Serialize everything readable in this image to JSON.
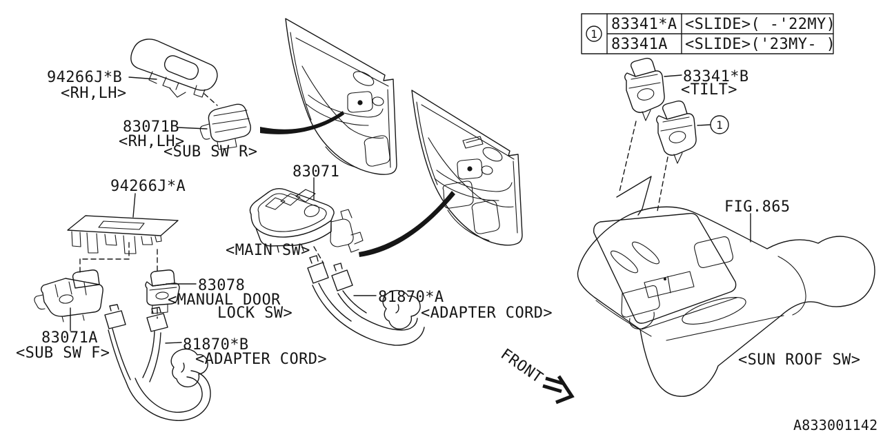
{
  "ref_table": {
    "ref_no": "1",
    "rows": [
      {
        "part_no": "83341*A",
        "spec": "<SLIDE>( -'22MY)"
      },
      {
        "part_no": "83341A",
        "spec": "<SLIDE>('23MY- )"
      }
    ]
  },
  "labels": {
    "trim_rear": {
      "part_no": "94266J*B",
      "side": "<RH,LH>"
    },
    "sub_sw_rear": {
      "part_no": "83071B",
      "side": "<RH,LH>",
      "name": "<SUB SW R>"
    },
    "trim_front": {
      "part_no": "94266J*A"
    },
    "main_sw": {
      "part_no": "83071",
      "name": "<MAIN SW>"
    },
    "manual_door_lock_sw": {
      "part_no": "83078",
      "name_line1": "<MANUAL DOOR",
      "name_line2": "LOCK SW>"
    },
    "sub_sw_front": {
      "part_no": "83071A",
      "name": "<SUB SW F>"
    },
    "adapter_cord_b": {
      "part_no": "81870*B",
      "name": "<ADAPTER CORD>"
    },
    "adapter_cord_a": {
      "part_no": "81870*A",
      "name": "<ADAPTER CORD>"
    },
    "tilt_sw": {
      "part_no": "83341*B",
      "name": "<TILT>"
    },
    "console": {
      "fig_ref": "FIG.865",
      "name": "<SUN ROOF SW>"
    }
  },
  "annotations": {
    "front_direction": "FRONT",
    "drawing_number": "A833001142"
  }
}
